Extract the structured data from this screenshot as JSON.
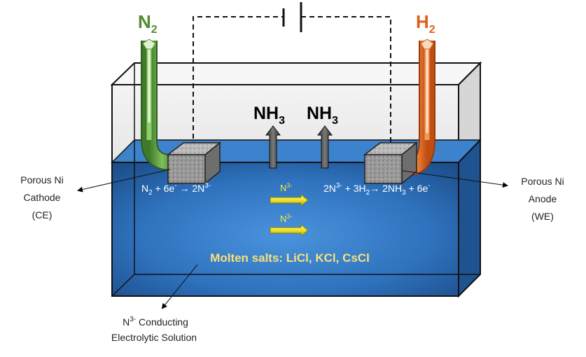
{
  "gases": {
    "n2": {
      "main": "N",
      "sub": "2",
      "color": "#4f8a34"
    },
    "h2": {
      "main": "H",
      "sub": "2",
      "color": "#e0601a"
    }
  },
  "products": {
    "nh3_main": "NH",
    "nh3_sub": "3"
  },
  "cathode_reaction": {
    "p1": "N",
    "p1s": "2",
    "p2": " + 6e",
    "p2s": "-",
    "p3": " → 2N",
    "p3s": "3-"
  },
  "anode_reaction": {
    "p1": "2N",
    "p1s": "3-",
    "p2": " + 3H",
    "p2s": "2",
    "p3": "→ 2NH",
    "p3s": "3",
    "p4": " + 6e",
    "p4s": "-"
  },
  "ion_flow": {
    "main": "N",
    "sup": "3-"
  },
  "electrolyte_label": "Molten salts: LiCl, KCl, CsCl",
  "callouts": {
    "cathode": [
      "Porous Ni",
      "Cathode",
      "(CE)"
    ],
    "anode": [
      "Porous Ni",
      "Anode",
      "(WE)"
    ],
    "solution": {
      "l1_main": "N",
      "l1_sup": "3-",
      "l1_rest": " Conducting",
      "l2": "Electrolytic Solution"
    }
  },
  "colors": {
    "electrolyte": "#2b6bb3",
    "label_yellow": "#f5e17a",
    "arrow_yellow": "#f2ea3c"
  }
}
